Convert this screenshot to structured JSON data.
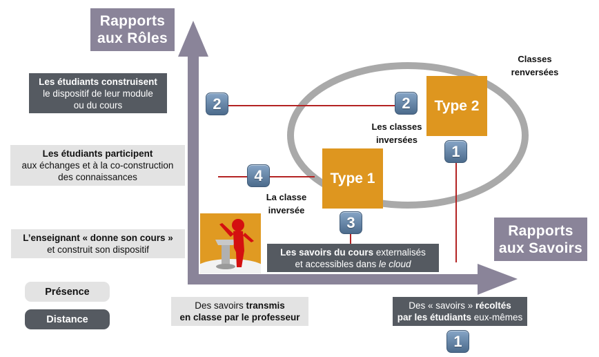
{
  "axes": {
    "vertical_title": [
      "Rapports",
      "aux Rôles"
    ],
    "horizontal_title": [
      "Rapports",
      "aux Savoirs"
    ]
  },
  "role_levels": [
    {
      "bold": "Les étudiants construisent",
      "rest": [
        "le dispositif de leur module",
        "ou du cours"
      ],
      "style": "dark"
    },
    {
      "bold": "Les étudiants participent",
      "rest": [
        "aux échanges et à la co-construction",
        "des connaissances"
      ],
      "style": "light"
    },
    {
      "bold": "L’enseignant « donne son cours »",
      "rest": [
        "et construit son dispositif"
      ],
      "style": "light"
    }
  ],
  "legend": {
    "presence": "Présence",
    "distance": "Distance"
  },
  "knowledge_levels": [
    {
      "line1_regular": "Des savoirs ",
      "line1_bold": "transmis",
      "line2_bold": "en classe par le professeur",
      "style": "light"
    },
    {
      "line1_bold": "Les savoirs du cours",
      "line1_regular": " externalisés",
      "line2_regular": "et accessibles dans ",
      "line2_italic": "le cloud",
      "style": "dark"
    },
    {
      "line1_regular": "Des « savoirs » ",
      "line1_bold": "récoltés",
      "line2_bold": "par les étudiants",
      "line2_regular": " eux-mêmes",
      "style": "dark"
    }
  ],
  "types": {
    "type1": "Type 1",
    "type2": "Type 2"
  },
  "labels": {
    "classes_renversees": [
      "Classes",
      "renversées"
    ],
    "classes_inversees": [
      "Les classes",
      "inversées"
    ],
    "classe_inversee": [
      "La classe",
      "inversée"
    ]
  },
  "badges": {
    "roles_2": "2",
    "type2_2": "2",
    "type2_1": "1",
    "role_4": "4",
    "savoirs_3": "3",
    "savoirs_1": "1"
  },
  "colors": {
    "axis": "#8a8499",
    "type_box": "#de961f",
    "ellipse": "#a9a9a9",
    "connector": "#b32222",
    "dark_box": "#555a61",
    "light_box": "#e3e3e3"
  }
}
